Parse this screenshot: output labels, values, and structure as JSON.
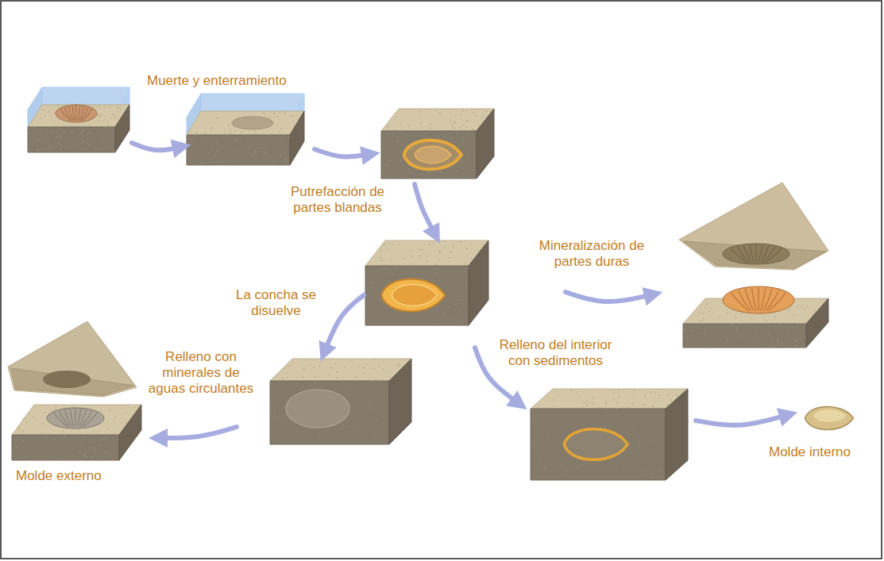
{
  "diagram": {
    "labels": [
      "Muerte y enterramiento",
      "Putrefacción de partes blandas",
      "Mineralización de partes duras",
      "La concha se disuelve",
      "Relleno con minerales de aguas circulantes",
      "Relleno del interior con sedimentos",
      "Molde externo",
      "Molde interno"
    ]
  }
}
